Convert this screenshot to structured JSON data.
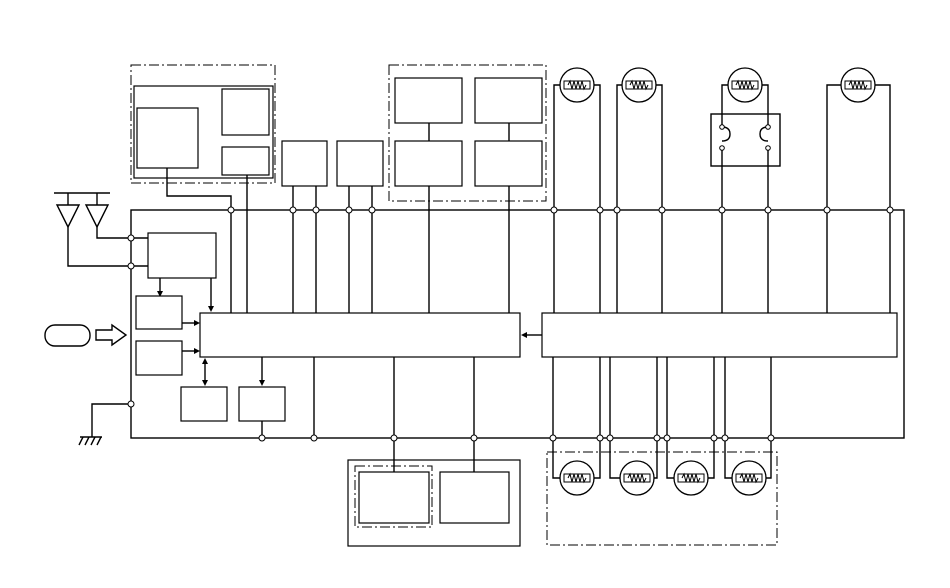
{
  "diagram": {
    "description_text": "",
    "elements": {
      "board": "main-board",
      "heater_count_top": 4,
      "heater_count_bottom": 4
    }
  }
}
